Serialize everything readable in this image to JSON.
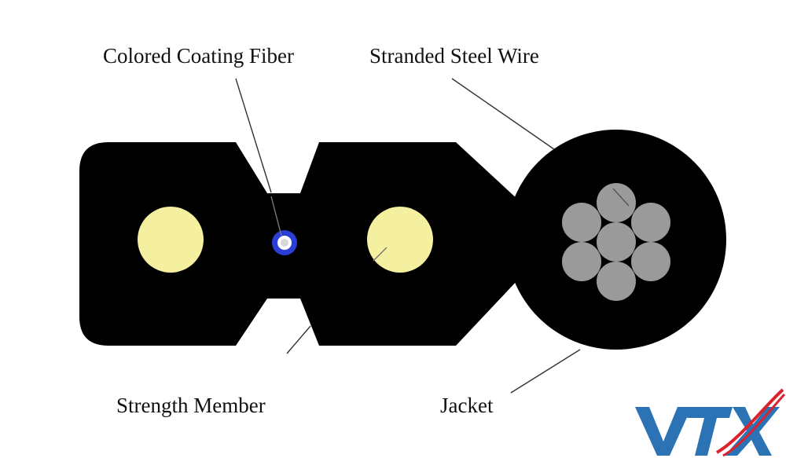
{
  "labels": {
    "colored_coating_fiber": "Colored Coating Fiber",
    "stranded_steel_wire": "Stranded Steel Wire",
    "strength_member": "Strength Member",
    "jacket": "Jacket"
  },
  "logo": {
    "text": "VTX",
    "letter_color": "#2c73b6",
    "swoosh_color": "#d9232d"
  },
  "colors": {
    "background": "#ffffff",
    "jacket": "#000000",
    "strength_member": "#f5f0a0",
    "fiber_outer": "#2b3fd6",
    "fiber_core": "#d8d8d8",
    "steel_strand": "#9a9a9a",
    "leader_line": "#333333"
  }
}
